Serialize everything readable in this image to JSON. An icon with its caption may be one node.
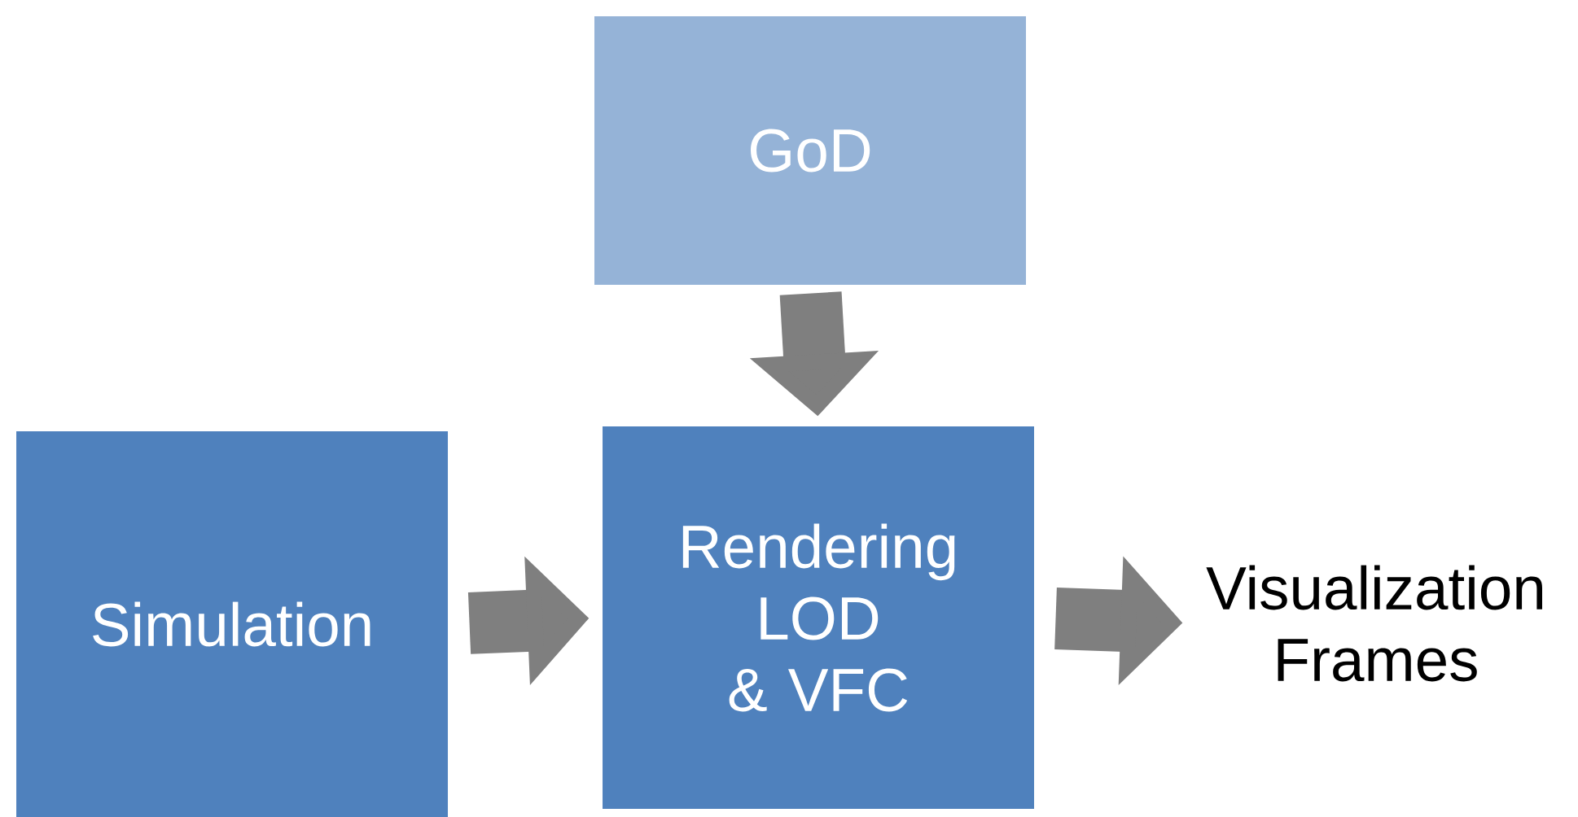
{
  "diagram": {
    "nodes": [
      {
        "text": [
          "GoD"
        ]
      },
      {
        "text": [
          "Simulation"
        ]
      },
      {
        "text": [
          "Rendering LOD & VFC"
        ]
      },
      {
        "text": [
          "Visualization Frames"
        ]
      }
    ],
    "edges": [
      {
        "from": 0,
        "to": 2,
        "arrow": "to"
      },
      {
        "from": 1,
        "to": 2,
        "arrow": "to"
      },
      {
        "from": 2,
        "to": 3,
        "arrow": "to"
      }
    ]
  }
}
